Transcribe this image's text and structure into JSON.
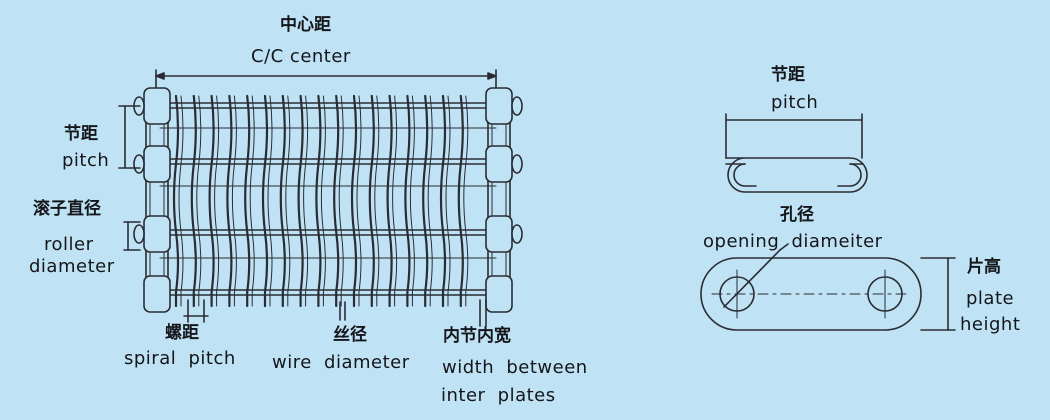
{
  "colors": {
    "background": "#bfe3f5",
    "line": "#2a2c33"
  },
  "belt": {
    "center_distance": {
      "zh": "中心距",
      "en": "C/C center"
    },
    "pitch": {
      "zh": "节距",
      "en": "pitch"
    },
    "roller_diameter": {
      "zh": "滚子直径",
      "en_line1": "roller",
      "en_line2": "diameter"
    },
    "spiral_pitch": {
      "zh": "螺距",
      "en": "spiral pitch"
    },
    "wire_diameter": {
      "zh": "丝径",
      "en": "wire diameter"
    },
    "width_between": {
      "zh": "内节内宽",
      "en_line1": "width between",
      "en_line2": "inter plates"
    }
  },
  "plate_side": {
    "pitch": {
      "zh": "节距",
      "en": "pitch"
    }
  },
  "plate_top": {
    "opening_diameter": {
      "zh": "孔径",
      "en": "opening diameiter"
    },
    "plate_height": {
      "zh": "片高",
      "en_line1": "plate",
      "en_line2": "height"
    }
  }
}
